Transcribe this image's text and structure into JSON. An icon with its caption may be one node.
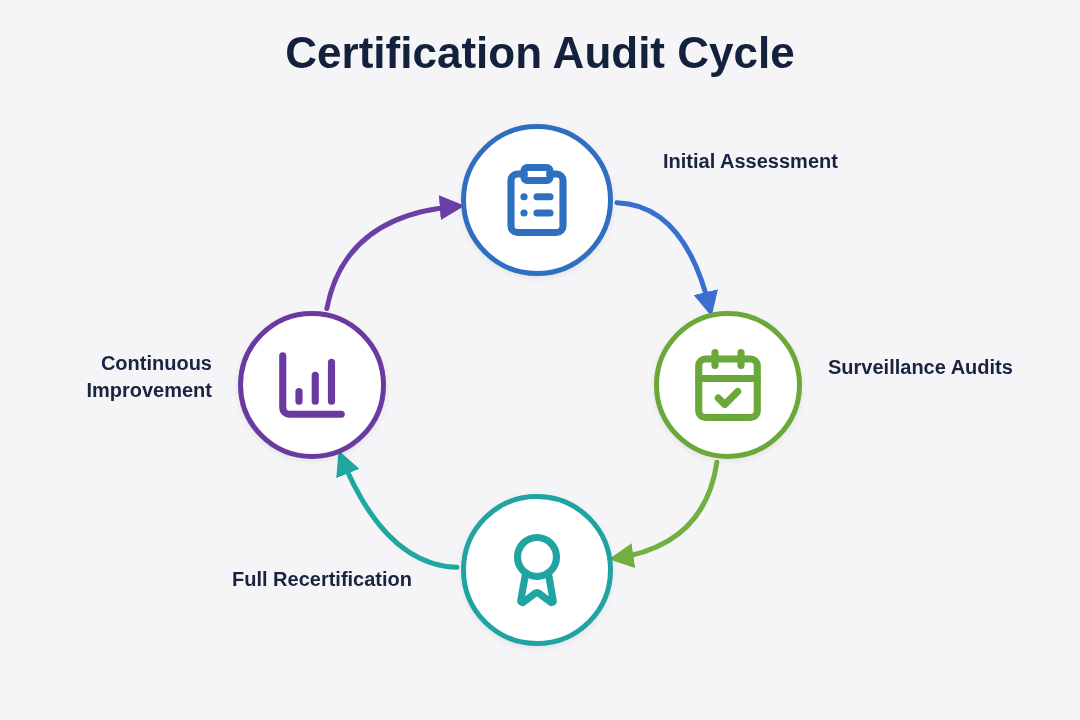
{
  "diagram": {
    "title": "Certification Audit Cycle",
    "nodes": [
      {
        "text": [],
        "shape": "circle",
        "beside": [
          "Initial Assessment"
        ]
      },
      {
        "text": [],
        "shape": "circle",
        "beside": [
          "Surveillance Audits"
        ]
      },
      {
        "text": [],
        "shape": "circle",
        "beside": [
          "Full Recertification"
        ]
      },
      {
        "text": [],
        "shape": "circle",
        "beside": [
          "Continuous Improvement"
        ]
      }
    ],
    "edges": [
      {
        "from": 0,
        "to": 1,
        "arrow": "to",
        "color": "#3a6fd0"
      },
      {
        "from": 1,
        "to": 2,
        "arrow": "to",
        "color": "#72b043"
      },
      {
        "from": 2,
        "to": 3,
        "arrow": "to",
        "color": "#1fa7a0"
      },
      {
        "from": 3,
        "to": 0,
        "arrow": "to",
        "color": "#6b3fa8"
      }
    ]
  }
}
